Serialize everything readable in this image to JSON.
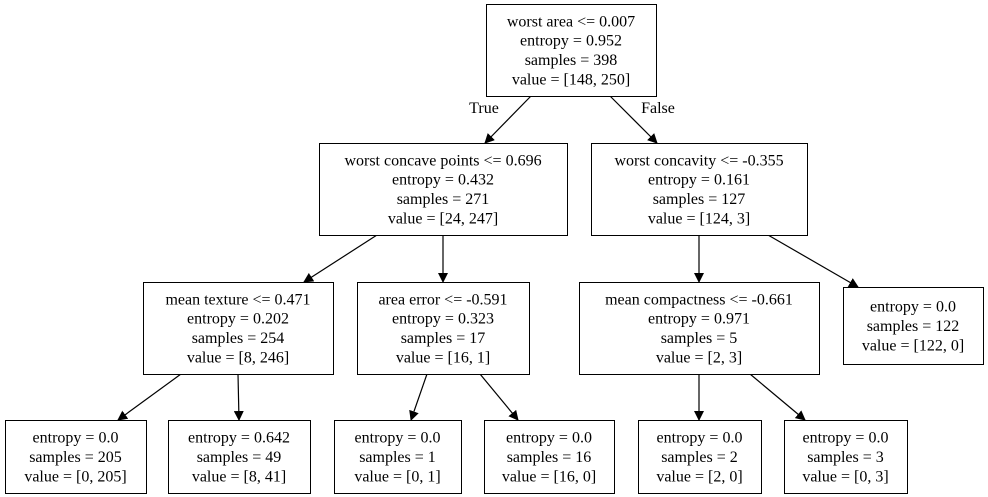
{
  "tree": {
    "nodes": [
      {
        "id": "n0",
        "lines": [
          "worst area <= 0.007",
          "entropy = 0.952",
          "samples = 398",
          "value = [148, 250]"
        ]
      },
      {
        "id": "n1",
        "lines": [
          "worst concave points <= 0.696",
          "entropy = 0.432",
          "samples = 271",
          "value = [24, 247]"
        ]
      },
      {
        "id": "n2",
        "lines": [
          "mean texture <= 0.471",
          "entropy = 0.202",
          "samples = 254",
          "value = [8, 246]"
        ]
      },
      {
        "id": "n3",
        "lines": [
          "entropy = 0.0",
          "samples = 205",
          "value = [0, 205]"
        ]
      },
      {
        "id": "n4",
        "lines": [
          "entropy = 0.642",
          "samples = 49",
          "value = [8, 41]"
        ]
      },
      {
        "id": "n5",
        "lines": [
          "area error <= -0.591",
          "entropy = 0.323",
          "samples = 17",
          "value = [16, 1]"
        ]
      },
      {
        "id": "n6",
        "lines": [
          "entropy = 0.0",
          "samples = 1",
          "value = [0, 1]"
        ]
      },
      {
        "id": "n7",
        "lines": [
          "entropy = 0.0",
          "samples = 16",
          "value = [16, 0]"
        ]
      },
      {
        "id": "n8",
        "lines": [
          "worst concavity <= -0.355",
          "entropy = 0.161",
          "samples = 127",
          "value = [124, 3]"
        ]
      },
      {
        "id": "n9",
        "lines": [
          "mean compactness <= -0.661",
          "entropy = 0.971",
          "samples = 5",
          "value = [2, 3]"
        ]
      },
      {
        "id": "n10",
        "lines": [
          "entropy = 0.0",
          "samples = 2",
          "value = [2, 0]"
        ]
      },
      {
        "id": "n11",
        "lines": [
          "entropy = 0.0",
          "samples = 3",
          "value = [0, 3]"
        ]
      },
      {
        "id": "n12",
        "lines": [
          "entropy = 0.0",
          "samples = 122",
          "value = [122, 0]"
        ]
      }
    ],
    "edges": [
      {
        "from": "n0",
        "to": "n1",
        "label": "True"
      },
      {
        "from": "n0",
        "to": "n8",
        "label": "False"
      },
      {
        "from": "n1",
        "to": "n2",
        "label": ""
      },
      {
        "from": "n1",
        "to": "n5",
        "label": ""
      },
      {
        "from": "n2",
        "to": "n3",
        "label": ""
      },
      {
        "from": "n2",
        "to": "n4",
        "label": ""
      },
      {
        "from": "n5",
        "to": "n6",
        "label": ""
      },
      {
        "from": "n5",
        "to": "n7",
        "label": ""
      },
      {
        "from": "n8",
        "to": "n9",
        "label": ""
      },
      {
        "from": "n8",
        "to": "n12",
        "label": ""
      },
      {
        "from": "n9",
        "to": "n10",
        "label": ""
      },
      {
        "from": "n9",
        "to": "n11",
        "label": ""
      }
    ]
  }
}
